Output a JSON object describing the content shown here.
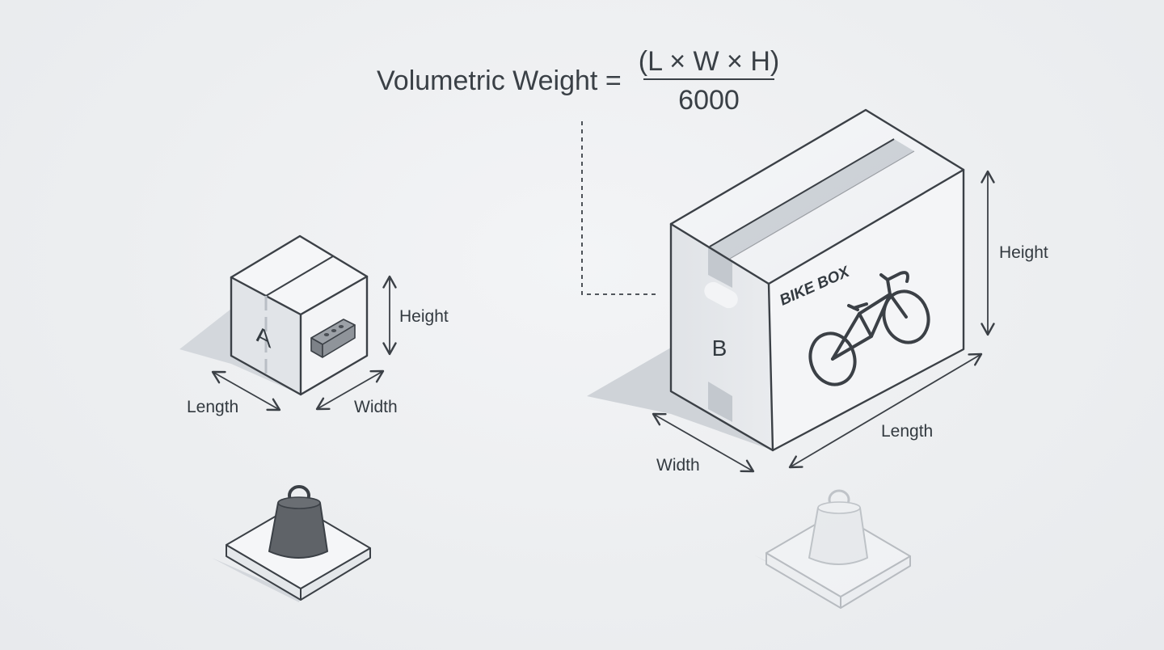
{
  "formula": {
    "lhs": "Volumetric Weight =",
    "numerator": "(L × W × H)",
    "denominator": "6000"
  },
  "box_a": {
    "letter": "A",
    "height_label": "Height",
    "length_label": "Length",
    "width_label": "Width"
  },
  "box_b": {
    "letter": "B",
    "brand_label": "BIKE BOX",
    "height_label": "Height",
    "length_label": "Length",
    "width_label": "Width"
  },
  "colors": {
    "line": "#3b4046",
    "box_face_light": "#f4f5f7",
    "box_face_shade": "#dfe2e6",
    "weight_dark": "#5d6166",
    "shadow": "#cfd3d8"
  }
}
